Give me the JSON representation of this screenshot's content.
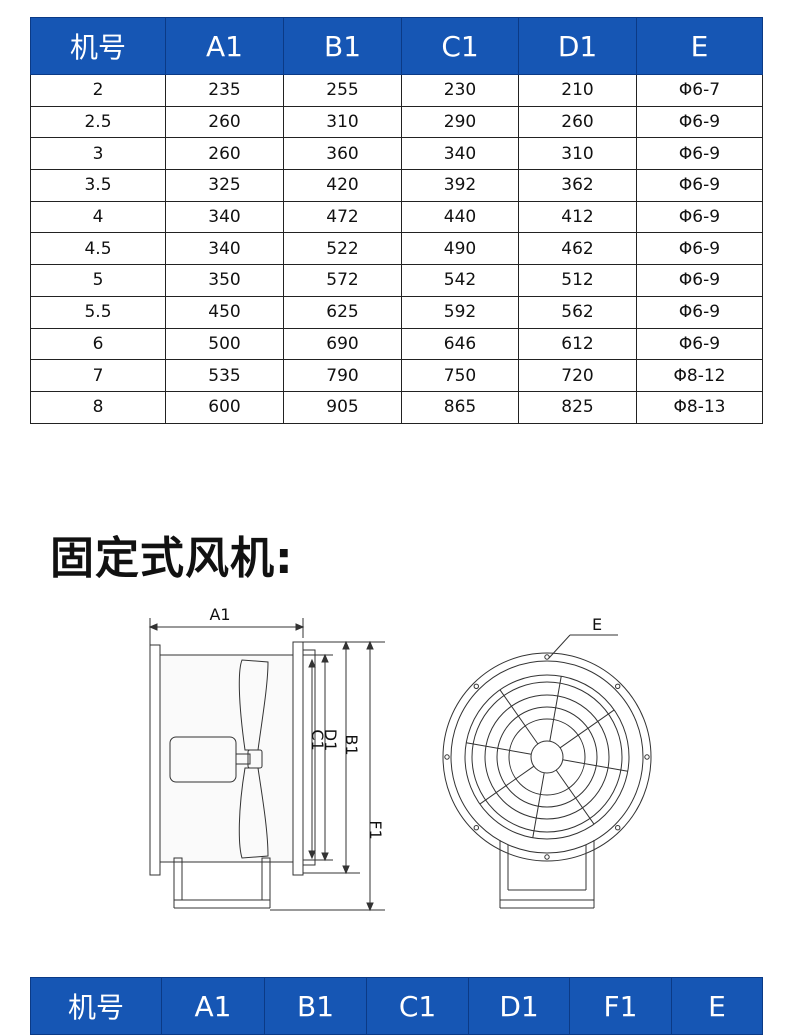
{
  "table_top": {
    "headers": [
      "机号",
      "A1",
      "B1",
      "C1",
      "D1",
      "E"
    ],
    "rows": [
      [
        "2",
        "235",
        "255",
        "230",
        "210",
        "Φ6-7"
      ],
      [
        "2.5",
        "260",
        "310",
        "290",
        "260",
        "Φ6-9"
      ],
      [
        "3",
        "260",
        "360",
        "340",
        "310",
        "Φ6-9"
      ],
      [
        "3.5",
        "325",
        "420",
        "392",
        "362",
        "Φ6-9"
      ],
      [
        "4",
        "340",
        "472",
        "440",
        "412",
        "Φ6-9"
      ],
      [
        "4.5",
        "340",
        "522",
        "490",
        "462",
        "Φ6-9"
      ],
      [
        "5",
        "350",
        "572",
        "542",
        "512",
        "Φ6-9"
      ],
      [
        "5.5",
        "450",
        "625",
        "592",
        "562",
        "Φ6-9"
      ],
      [
        "6",
        "500",
        "690",
        "646",
        "612",
        "Φ6-9"
      ],
      [
        "7",
        "535",
        "790",
        "750",
        "720",
        "Φ8-12"
      ],
      [
        "8",
        "600",
        "905",
        "865",
        "825",
        "Φ8-13"
      ]
    ]
  },
  "section": {
    "title": "固定式风机:"
  },
  "diagram": {
    "labels": {
      "a1": "A1",
      "b1": "B1",
      "c1": "C1",
      "d1": "D1",
      "f1": "F1",
      "e": "E"
    }
  },
  "table_bottom": {
    "headers": [
      "机号",
      "A1",
      "B1",
      "C1",
      "D1",
      "F1",
      "E"
    ]
  }
}
